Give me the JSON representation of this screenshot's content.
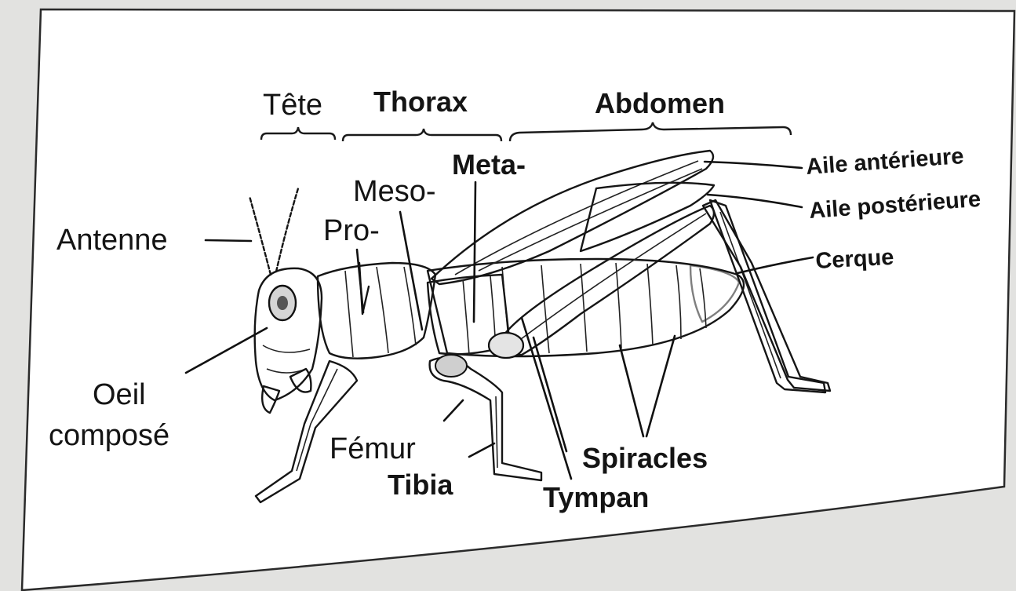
{
  "title": "",
  "regions": {
    "head": "Tête",
    "thorax": "Thorax",
    "abdomen": "Abdomen"
  },
  "labels": {
    "antenna": "Antenne",
    "compound_eye_line1": "Oeil",
    "compound_eye_line2": "composé",
    "prothorax": "Pro-",
    "mesothorax": "Meso-",
    "metathorax": "Meta-",
    "forewing": "Aile antérieure",
    "hindwing": "Aile postérieure",
    "cercus": "Cerque",
    "femur": "Fémur",
    "tibia": "Tibia",
    "spiracles": "Spiracles",
    "tympanum": "Tympan"
  },
  "colors": {
    "background": "#e2e2e0",
    "card": "#ffffff",
    "ink": "#141414"
  }
}
